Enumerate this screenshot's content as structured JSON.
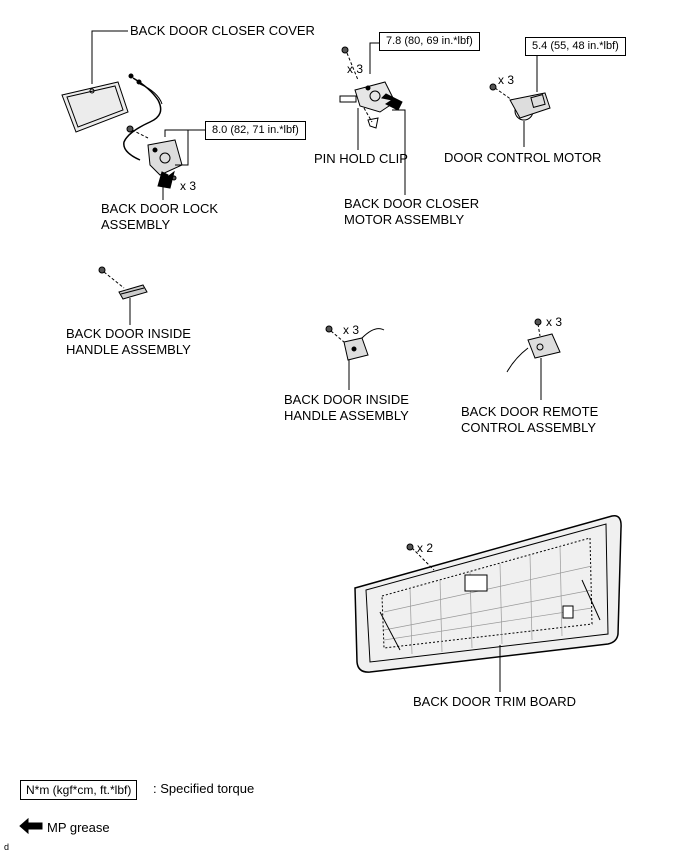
{
  "labels": {
    "closer_cover": "BACK DOOR CLOSER COVER",
    "lock_assembly_l1": "BACK DOOR LOCK",
    "lock_assembly_l2": "ASSEMBLY",
    "pin_hold_clip": "PIN HOLD CLIP",
    "closer_motor_l1": "BACK DOOR CLOSER",
    "closer_motor_l2": "MOTOR ASSEMBLY",
    "door_control_motor": "DOOR CONTROL MOTOR",
    "inside_handle_a_l1": "BACK DOOR INSIDE",
    "inside_handle_a_l2": "HANDLE ASSEMBLY",
    "inside_handle_b_l1": "BACK DOOR INSIDE",
    "inside_handle_b_l2": "HANDLE ASSEMBLY",
    "remote_control_l1": "BACK DOOR REMOTE",
    "remote_control_l2": "CONTROL ASSEMBLY",
    "trim_board": "BACK DOOR TRIM BOARD"
  },
  "torques": {
    "lock": "8.0 (82, 71 in.*lbf)",
    "closer_motor": "7.8 (80, 69 in.*lbf)",
    "control_motor": "5.4 (55, 48 in.*lbf)"
  },
  "quantities": {
    "lock": "x 3",
    "closer_motor": "x 3",
    "control_motor": "x 3",
    "inside_handle_b": "x 3",
    "remote_control": "x 3",
    "trim_board": "x 2"
  },
  "legend": {
    "torque_unit": "N*m (kgf*cm, ft.*lbf)",
    "torque_desc": ": Specified torque",
    "grease_desc": "MP grease"
  },
  "corner_code": "d"
}
